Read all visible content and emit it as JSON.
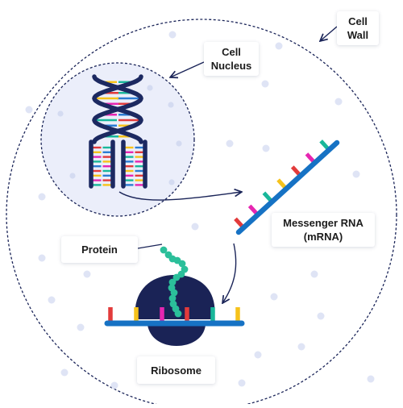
{
  "colors": {
    "outline_dark_blue": "#1a2458",
    "nucleus_fill": "#ebeefa",
    "dot_color": "#dfe4f5",
    "strand_dark": "#1c2961",
    "mrna_blue": "#1672c4",
    "ribosome_body": "#1a2356",
    "protein_teal": "#2bbf9a",
    "base_red": "#e23b3b",
    "base_yellow": "#f6c21b",
    "base_magenta": "#e626b1",
    "base_teal": "#19b79a",
    "base_blue": "#2b7cd3"
  },
  "labels": {
    "cell_wall": [
      "Cell",
      "Wall"
    ],
    "cell_nucleus": [
      "Cell",
      "Nucleus"
    ],
    "messenger_rna": [
      "Messenger RNA",
      "(mRNA)"
    ],
    "protein": "Protein",
    "ribosome": "Ribosome"
  },
  "icons": {
    "dna": "dna-double-helix-icon",
    "mrna": "mrna-strand-icon",
    "ribosome": "ribosome-icon",
    "protein": "protein-chain-icon"
  }
}
